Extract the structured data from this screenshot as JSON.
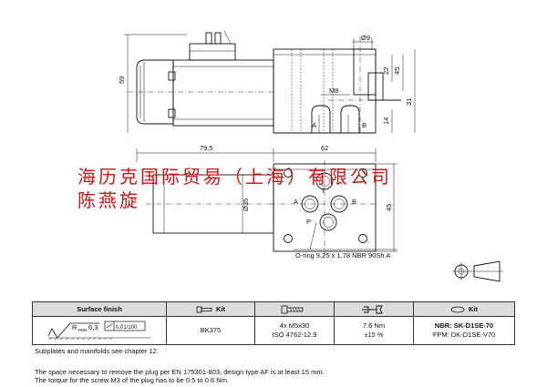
{
  "drawing": {
    "dims": {
      "d_dia9": "Ø9",
      "d_22": "22",
      "d_45_top": "45",
      "d_31": "31",
      "d_14": "14",
      "d_m8": "M8",
      "d_59": "59",
      "d_79_5": "79,5",
      "d_62": "62",
      "d_45_right": "45",
      "d_dia35": "Ø35"
    },
    "ports": {
      "a_top": "A",
      "b_top": "B",
      "a_plan": "A",
      "b_plan": "B",
      "p_plan": "P",
      "t_plan": "T"
    },
    "oring_label": "O-ring 9,25 x 1,78 NBR 90Sh A"
  },
  "watermark": {
    "line1": "海历克国际贸易（上海）有限公司",
    "line2": "陈燕旋"
  },
  "table": {
    "headers": {
      "surface": "Surface finish",
      "kit1": "Kit",
      "kit2": "Kit"
    },
    "roughness": "6,3",
    "flatness": "0,01/100",
    "kit_code": "BK375",
    "screws_line1": "4x M5x30",
    "screws_line2": "ISO 4762-12.9",
    "torque_line1": "7.6 Nm",
    "torque_line2": "±15 %",
    "seal_line1": "NBR: SK-D1SE-70",
    "seal_line2": "FPM: DK-D1SE-V70"
  },
  "notes": {
    "n1": "Subplates and manifolds see chapter 12.",
    "n2": "The space necessary to remove the plug per EN 175301-803, design type AF is at least 15 mm.",
    "n3": "The torque for the screw M3 of the plug has to be 0.5 to 0.6 Nm."
  }
}
